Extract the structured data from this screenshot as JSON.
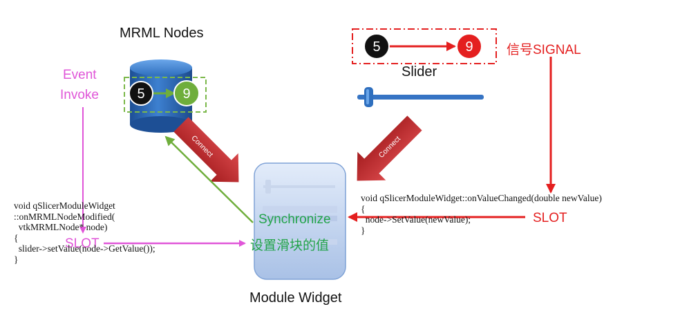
{
  "labels": {
    "mrml_nodes": "MRML Nodes",
    "slider": "Slider",
    "module_widget": "Module Widget",
    "event_invoke_line1": "Event",
    "event_invoke_line2": "Invoke",
    "signal": "信号SIGNAL",
    "slot_right": "SLOT",
    "slot_left": "SLOT",
    "synchronize": "Synchronize",
    "set_slider_value": "设置滑块的值",
    "connect_left": "Connect",
    "connect_right": "Connect"
  },
  "nodes": {
    "mrml_old_value": "5",
    "mrml_new_value": "9",
    "slider_old_value": "5",
    "slider_new_value": "9"
  },
  "code": {
    "left_line1": "void qSlicerModuleWidget",
    "left_line2": "::onMRMLNodeModified(",
    "left_line3": "  vtkMRMLNode* node)",
    "left_line4": "{",
    "left_line5": "  slider->setValue(node->GetValue());",
    "left_line6": "}",
    "right_line1": "void qSlicerModuleWidget::onValueChanged(double newValue)",
    "right_line2": "{",
    "right_line3": "  node->SetValue(newValue);",
    "right_line4": "}"
  },
  "colors": {
    "cylinder": "#2f6fbe",
    "green_node": "#6fae3c",
    "red_node": "#e41f1f",
    "black_node": "#111111",
    "connect_arrow": "#c0282a",
    "pink": "#e055d8",
    "signal_red": "#e41f1f",
    "sync_green": "#22a34a"
  }
}
